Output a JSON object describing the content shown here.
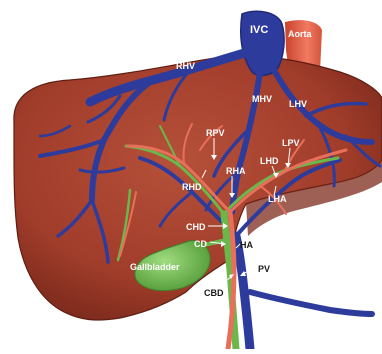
{
  "labels": {
    "ivc": "IVC",
    "aorta": "Aorta",
    "rhv": "RHV",
    "mhv": "MHV",
    "lhv": "LHV",
    "rpv": "RPV",
    "lpv": "LPV",
    "lhd": "LHD",
    "rha": "RHA",
    "rhd": "RHD",
    "lha": "LHA",
    "chd": "CHD",
    "cd": "CD",
    "ha": "HA",
    "pv": "PV",
    "cbd": "CBD",
    "gallbladder": "Gallbladder"
  },
  "colors": {
    "liver": "#a8412e",
    "liver_shadow": "#7d2a1c",
    "liver_edge": "#5e1d12",
    "vein": "#2d3c9c",
    "vein_dark": "#1f2a78",
    "aorta": "#e0553d",
    "artery": "#e8705a",
    "duct": "#6ab84a",
    "gallbladder": "#79c25a"
  }
}
